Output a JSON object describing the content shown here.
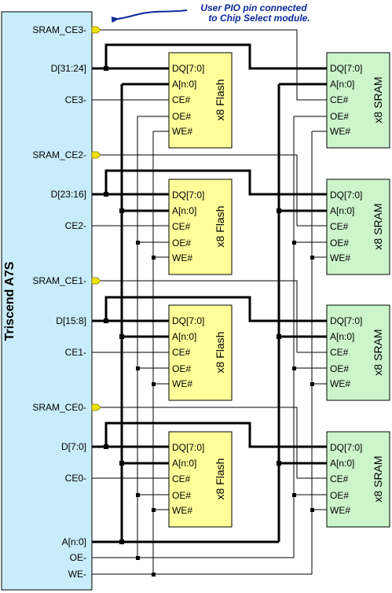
{
  "note": {
    "line1": "User PIO pin connected",
    "line2": "to Chip Select module.",
    "color": "#0a2a9a"
  },
  "cpu": {
    "name": "Triscend A7S",
    "fill": "#c8ecfa",
    "pins": [
      "SRAM_CE3-",
      "D[31:24]",
      "CE3-",
      "SRAM_CE2-",
      "D[23:16]",
      "CE2-",
      "SRAM_CE1-",
      "D[15:8]",
      "CE1-",
      "SRAM_CE0-",
      "D[7:0]",
      "CE0-",
      "A[n:0]",
      "OE-",
      "WE-"
    ]
  },
  "flash": {
    "name": "x8 Flash",
    "fill": "#ffff99",
    "pins": [
      "DQ[7:0]",
      "A[n:0]",
      "CE#",
      "OE#",
      "WE#"
    ]
  },
  "sram": {
    "name": "x8 SRAM",
    "fill": "#ccf5cc",
    "pins": [
      "DQ[7:0]",
      "A[n:0]",
      "CE#",
      "OE#",
      "WE#"
    ]
  },
  "pio_marker_color": "#f2e400"
}
